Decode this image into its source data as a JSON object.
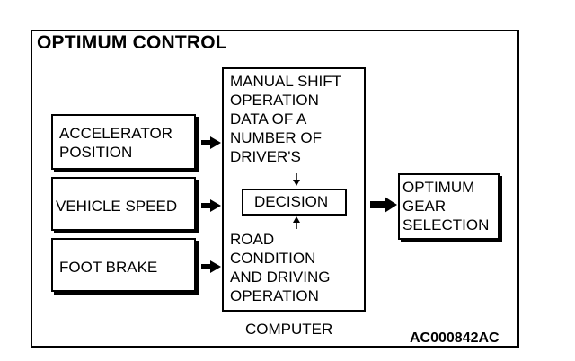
{
  "title": "OPTIMUM CONTROL",
  "inputs": {
    "accelerator": "ACCELERATOR\nPOSITION",
    "vehicle_speed": "VEHICLE SPEED",
    "foot_brake": "FOOT BRAKE"
  },
  "computer": {
    "manual_shift": "MANUAL SHIFT\nOPERATION\nDATA OF A\nNUMBER OF\nDRIVER'S",
    "decision": "DECISION",
    "road_condition": "ROAD\nCONDITION\nAND DRIVING\nOPERATION",
    "label": "COMPUTER"
  },
  "output": "OPTIMUM\nGEAR\nSELECTION",
  "figure_code": "AC000842AC"
}
